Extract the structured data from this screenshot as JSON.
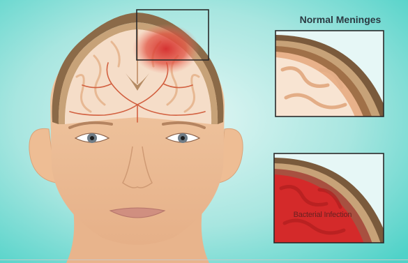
{
  "panels": {
    "normal": {
      "title": "Normal Meninges"
    },
    "infected": {
      "label": "Bacterial Infection"
    }
  },
  "colors": {
    "background_center": "#e4f7f5",
    "background_edge": "#4fd2c8",
    "skin": "#f0c49a",
    "skull": "#8b6a48",
    "brain": "#f5ddc8",
    "vessel": "#d26040",
    "infection": "#d42a2a",
    "frame": "#2a2a2a"
  },
  "icons": [
    "head-illustration",
    "brain-cross-section",
    "zoom-frame",
    "normal-meninges-inset",
    "infected-meninges-inset"
  ]
}
